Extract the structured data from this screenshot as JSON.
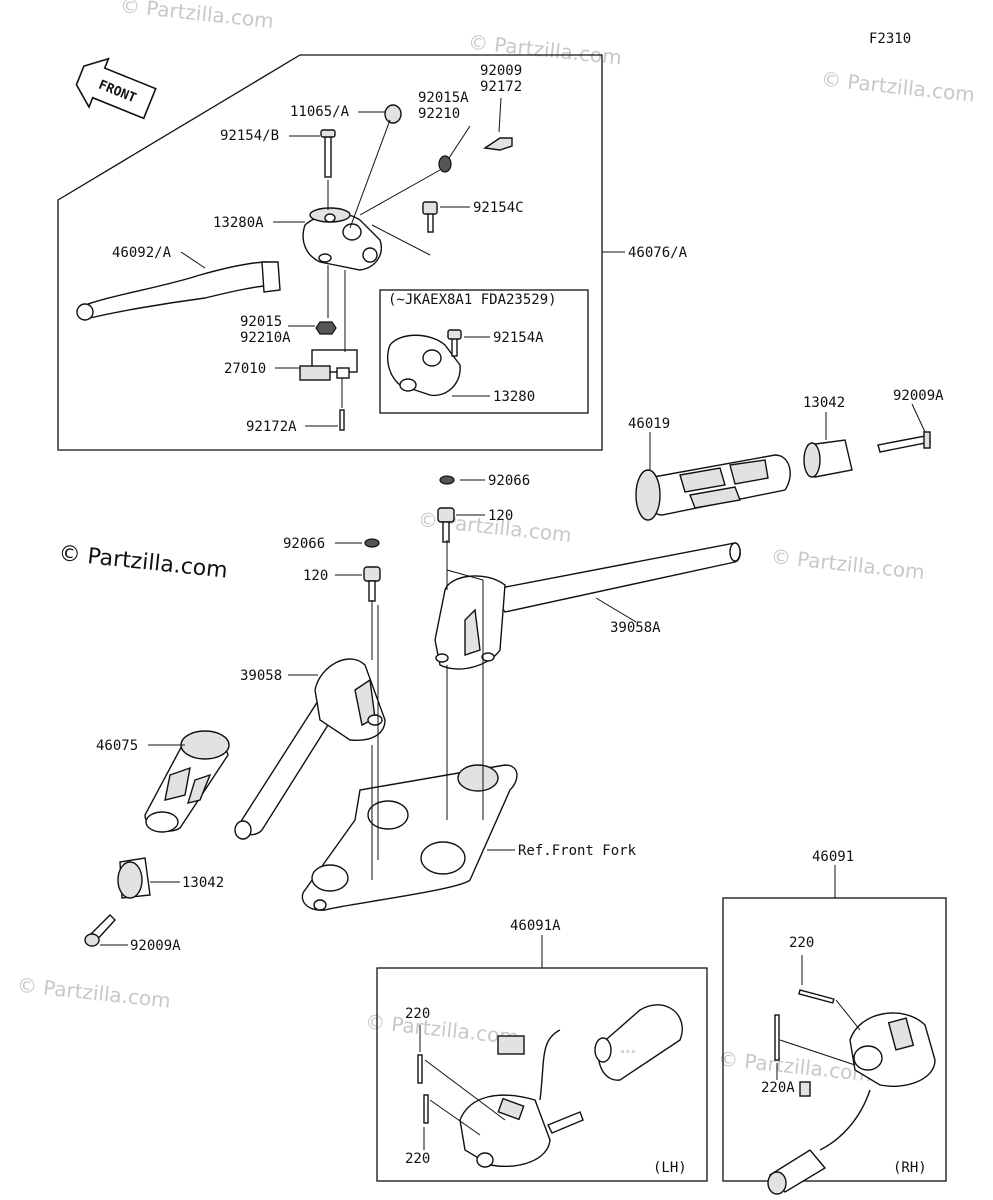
{
  "figure_code": "F2310",
  "watermark": "© Partzilla.com",
  "front_arrow": "FRONT",
  "labels": {
    "p11065A": "11065/A",
    "p92154B": "92154/B",
    "p92015A": "92015A",
    "p92210": "92210",
    "p92009": "92009",
    "p92172": "92172",
    "p92154C": "92154C",
    "p13280A": "13280A",
    "p46092A": "46092/A",
    "p46076A": "46076/A",
    "p92015": "92015",
    "p92210A": "92210A",
    "p27010": "27010",
    "p92172A": "92172A",
    "inset_title": "(~JKAEX8A1 FDA23529)",
    "p92154A": "92154A",
    "p13280": "13280",
    "p46019": "46019",
    "p13042_top": "13042",
    "p92009A_top": "92009A",
    "p92066_top": "92066",
    "p120_top": "120",
    "p92066_left": "92066",
    "p120_left": "120",
    "p39058A": "39058A",
    "p39058": "39058",
    "p46075": "46075",
    "ref_front_fork": "Ref.Front Fork",
    "p13042_bot": "13042",
    "p92009A_bot": "92009A",
    "p46091": "46091",
    "p46091A": "46091A",
    "p220_a": "220",
    "p220_b": "220",
    "p220_rh": "220",
    "p220A": "220A",
    "lh": "(LH)",
    "rh": "(RH)"
  }
}
